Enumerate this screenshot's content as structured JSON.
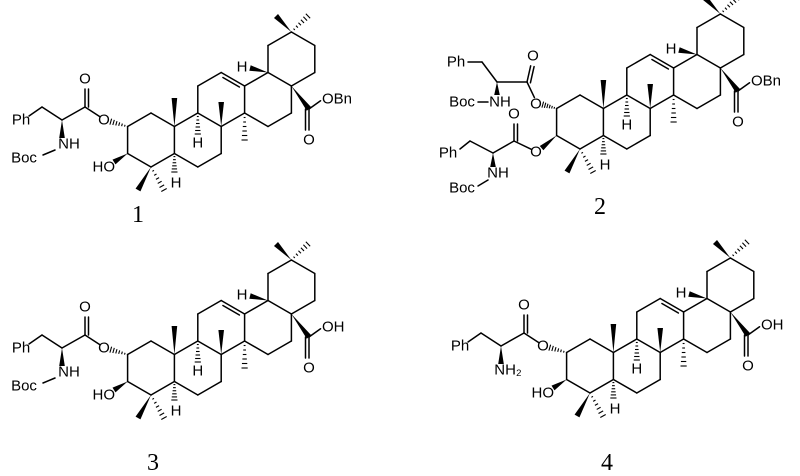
{
  "compounds": [
    {
      "number": "1",
      "labels": {
        "ester_o": "O",
        "carbonyl_o": "O",
        "ph": "Ph",
        "amine": "NH",
        "boc": "Boc",
        "hydroxyl": "HO",
        "h9": "H",
        "h5": "H",
        "h18": "H",
        "acid_o": "O",
        "acid_or": "OBn"
      }
    },
    {
      "number": "2",
      "labels": {
        "ester_o": "O",
        "carbonyl_o": "O",
        "ph": "Ph",
        "amine": "NH",
        "boc": "Boc",
        "ester_o_b": "O",
        "carbonyl_o_b": "O",
        "ph_b": "Ph",
        "amine_b": "NH",
        "boc_b": "Boc",
        "h9": "H",
        "h5": "H",
        "h18": "H",
        "acid_o": "O",
        "acid_or": "OBn"
      }
    },
    {
      "number": "3",
      "labels": {
        "ester_o": "O",
        "carbonyl_o": "O",
        "ph": "Ph",
        "amine": "NH",
        "boc": "Boc",
        "hydroxyl": "HO",
        "h9": "H",
        "h5": "H",
        "h18": "H",
        "acid_o": "O",
        "acid_or": "OH"
      }
    },
    {
      "number": "4",
      "labels": {
        "ester_o": "O",
        "carbonyl_o": "O",
        "ph": "Ph",
        "amine": "NH₂",
        "hydroxyl": "HO",
        "h9": "H",
        "h5": "H",
        "h18": "H",
        "acid_o": "O",
        "acid_or": "OH"
      }
    }
  ]
}
